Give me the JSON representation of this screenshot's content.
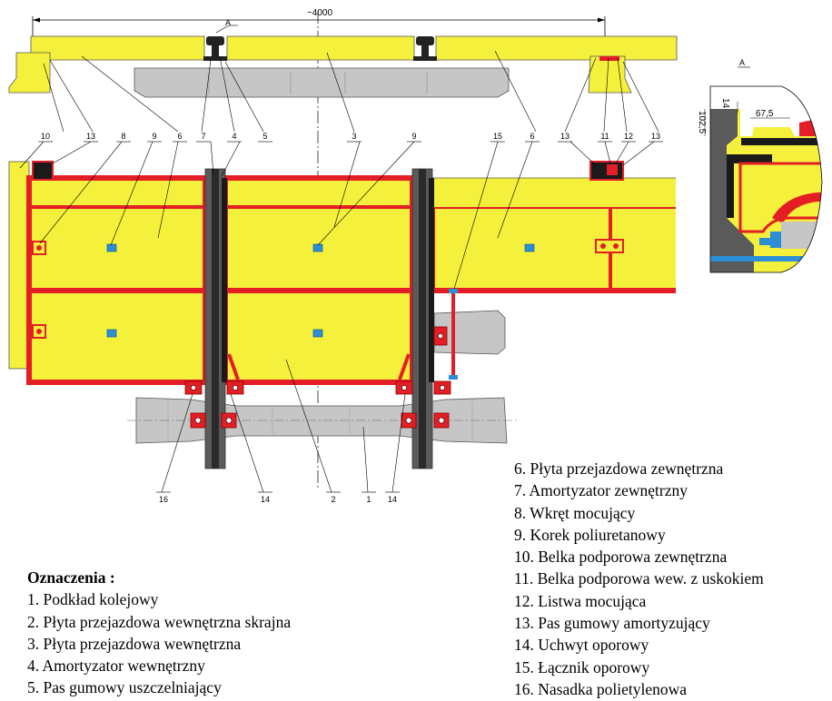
{
  "colors": {
    "yellow": "#f5f03c",
    "red": "#e31e24",
    "gray": "#c6c6c6",
    "dark": "#3a3a3a",
    "blue": "#2c8fd6",
    "rubber": "#1a1a1a"
  },
  "dimension": {
    "span": "~4000"
  },
  "detail": {
    "title": "A",
    "dim_14": "14",
    "dim_675": "67,5",
    "dim_1025": "102,5"
  },
  "callouts": {
    "top": [
      "10",
      "13",
      "8",
      "9",
      "6",
      "7",
      "4",
      "5",
      "3",
      "9",
      "15",
      "6",
      "13",
      "11",
      "12",
      "13"
    ],
    "bottom": [
      "16",
      "14",
      "2",
      "1",
      "14"
    ],
    "section_mark": "A"
  },
  "legend": {
    "title": "Oznaczenia :",
    "items": [
      "1. Podkład kolejowy",
      "2. Płyta przejazdowa wewnętrzna skrajna",
      "3. Płyta przejazdowa wewnętrzna",
      "4. Amortyzator wewnętrzny",
      "5. Pas gumowy uszczelniający",
      "6. Płyta przejazdowa zewnętrzna",
      "7. Amortyzator zewnętrzny",
      "8. Wkręt mocujący",
      "9. Korek poliuretanowy",
      "10. Belka podporowa zewnętrzna",
      "11. Belka podporowa wew. z uskokiem",
      "12. Listwa mocująca",
      "13. Pas gumowy amortyzujący",
      "14. Uchwyt oporowy",
      "15. Łącznik oporowy",
      "16. Nasadka polietylenowa"
    ]
  }
}
